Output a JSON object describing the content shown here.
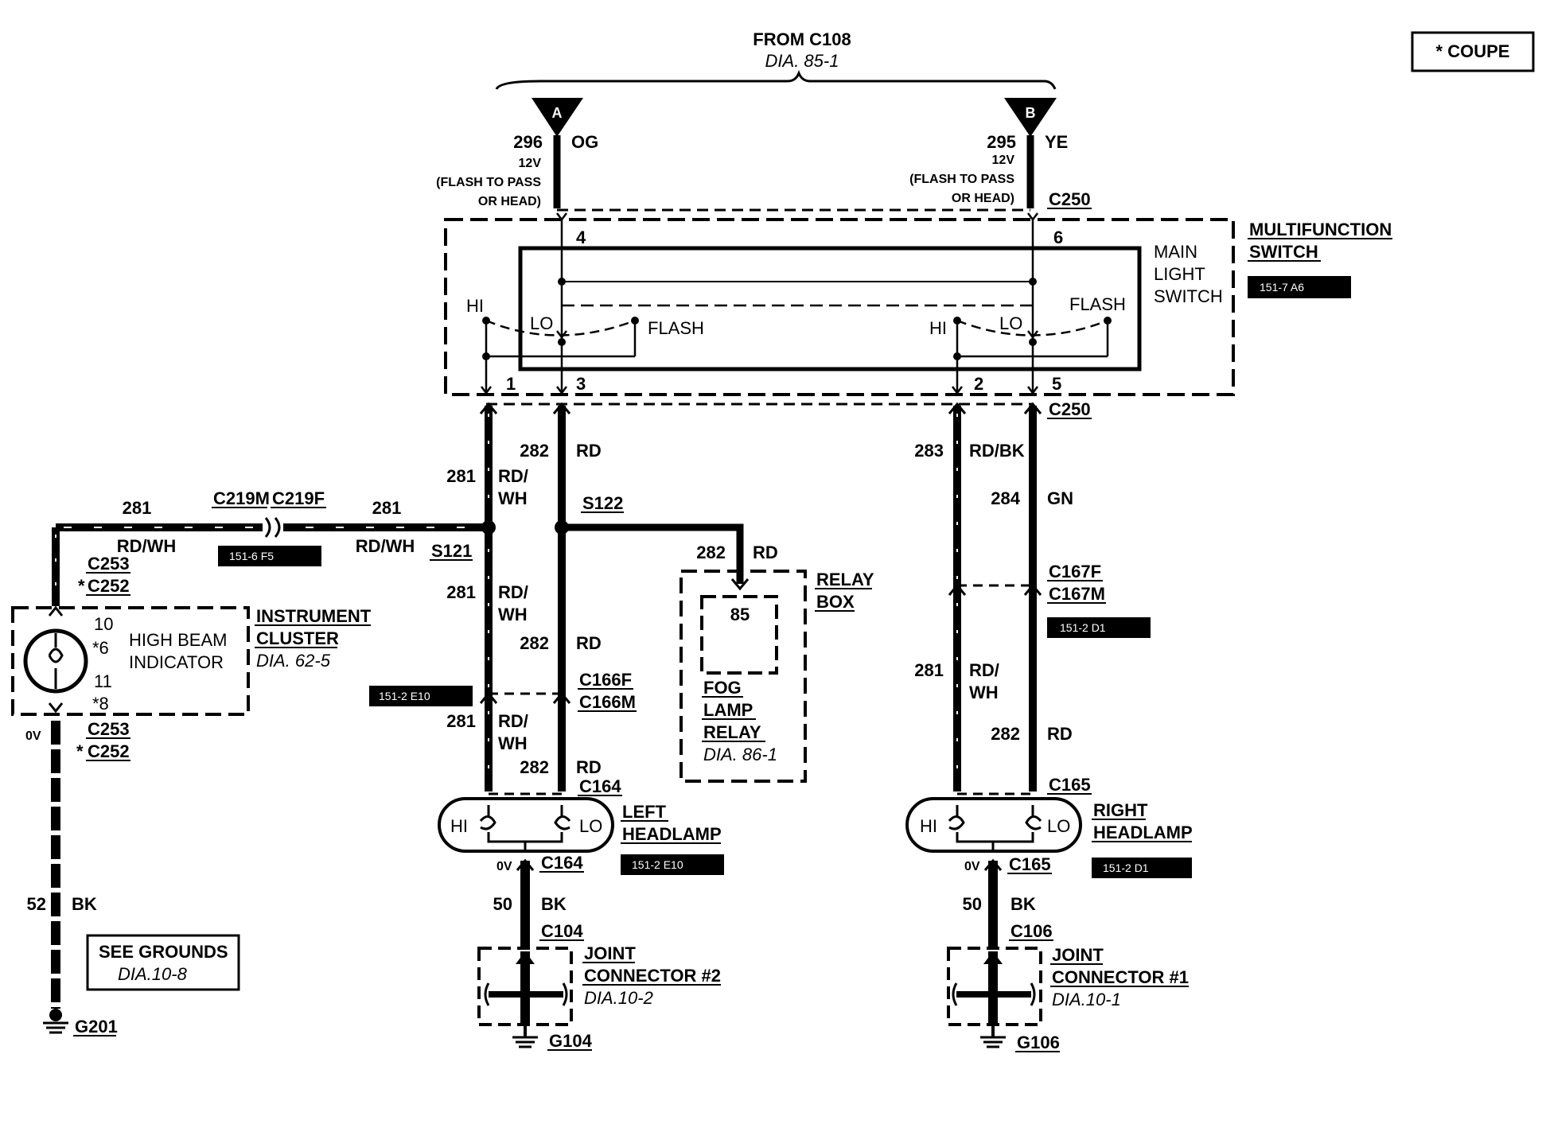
{
  "source": {
    "title": "FROM C108",
    "ref": "DIA. 85-1",
    "pin_a": "A",
    "pin_b": "B",
    "a_circuit": "296",
    "a_color": "OG",
    "b_circuit": "295",
    "b_color": "YE",
    "voltage": "12V",
    "desc_line1": "(FLASH TO PASS",
    "desc_line2": "OR HEAD)"
  },
  "legend": {
    "coupe": "* COUPE"
  },
  "multifunction_switch": {
    "label_line1": "MULTIFUNCTION",
    "label_line2": "SWITCH",
    "ref_tag": "151-7 A6",
    "main_light_line1": "MAIN",
    "main_light_line2": "LIGHT",
    "main_light_line3": "SWITCH",
    "connector": "C250",
    "pin_4": "4",
    "pin_6": "6",
    "pin_1": "1",
    "pin_3": "3",
    "pin_2": "2",
    "pin_5": "5",
    "hi": "HI",
    "lo": "LO",
    "flash": "FLASH"
  },
  "wires": {
    "c281": "281",
    "c282": "282",
    "c283": "283",
    "c284": "284",
    "c52": "52",
    "c50": "50",
    "rd": "RD",
    "rd_wh": "RD/WH",
    "rd_line1": "RD/",
    "wh_line2": "WH",
    "rd_bk": "RD/BK",
    "gn": "GN",
    "bk": "BK",
    "zero_v": "0V"
  },
  "splices": {
    "s121": "S121",
    "s122": "S122"
  },
  "connectors": {
    "c219m": "C219M",
    "c219f": "C219F",
    "c253": "C253",
    "c252": "C252",
    "star": "*",
    "c166f": "C166F",
    "c166m": "C166M",
    "c167f": "C167F",
    "c167m": "C167M",
    "c164": "C164",
    "c165": "C165",
    "c104": "C104",
    "c106": "C106"
  },
  "tags": {
    "t151_6_f5": "151-6 F5",
    "t151_2_e10": "151-2 E10",
    "t151_2_d1": "151-2 D1"
  },
  "relay_box": {
    "label_line1": "RELAY",
    "label_line2": "BOX",
    "pin_85": "85",
    "fog1": "FOG",
    "fog2": "LAMP",
    "fog3": "RELAY",
    "ref": "DIA. 86-1"
  },
  "instrument_cluster": {
    "label_line1": "INSTRUMENT",
    "label_line2": "CLUSTER",
    "ref": "DIA. 62-5",
    "indicator_line1": "HIGH BEAM",
    "indicator_line2": "INDICATOR",
    "pin_10": "10",
    "pin_6": "*6",
    "pin_11": "11",
    "pin_8": "*8"
  },
  "left_headlamp": {
    "label_line1": "LEFT",
    "label_line2": "HEADLAMP",
    "hi": "HI",
    "lo": "LO"
  },
  "right_headlamp": {
    "label_line1": "RIGHT",
    "label_line2": "HEADLAMP",
    "hi": "HI",
    "lo": "LO"
  },
  "joint_connector_2": {
    "line1": "JOINT",
    "line2": "CONNECTOR #2",
    "ref": "DIA.10-2"
  },
  "joint_connector_1": {
    "line1": "JOINT",
    "line2": "CONNECTOR #1",
    "ref": "DIA.10-1"
  },
  "grounds": {
    "see_grounds": "SEE GROUNDS",
    "ref": "DIA.10-8",
    "g201": "G201",
    "g104": "G104",
    "g106": "G106"
  }
}
